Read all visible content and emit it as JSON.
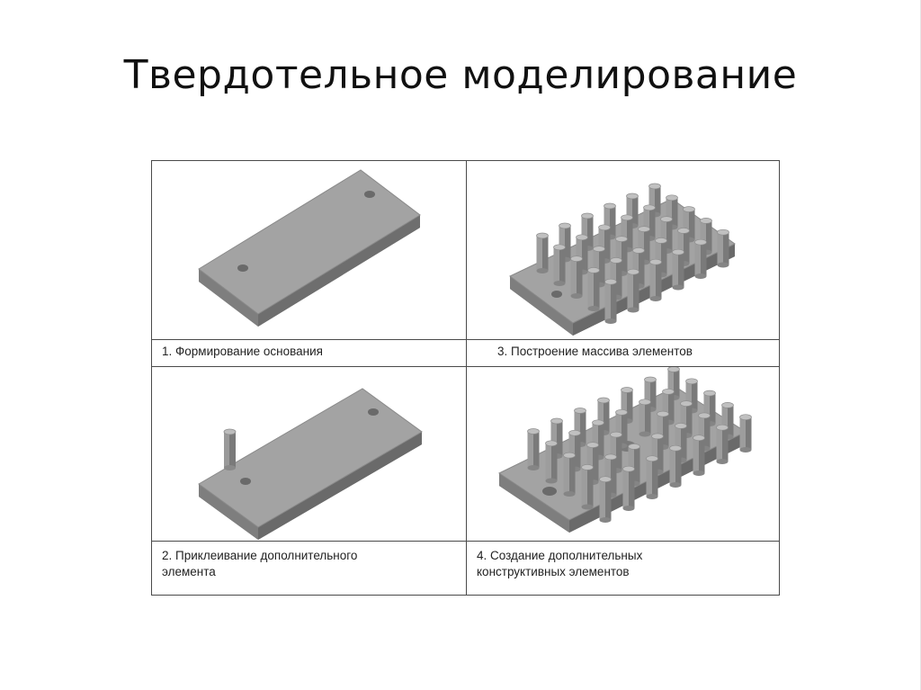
{
  "slide": {
    "title": "Твердотельное моделирование"
  },
  "figure": {
    "captions": {
      "step1": "1. Формирование основания",
      "step2": "2. Приклеивание дополнительного\nэлемента",
      "step3": "3. Построение массива элементов",
      "step4": "4. Создание дополнительных\nконструктивных элементов"
    },
    "colors": {
      "plate_top": "#a3a3a3",
      "plate_front": "#7e7e7e",
      "plate_side": "#8f8f8f",
      "pin_light": "#b4b4b4",
      "pin_dark": "#7a7a7a",
      "grid_line": "#4a4a4a"
    }
  }
}
